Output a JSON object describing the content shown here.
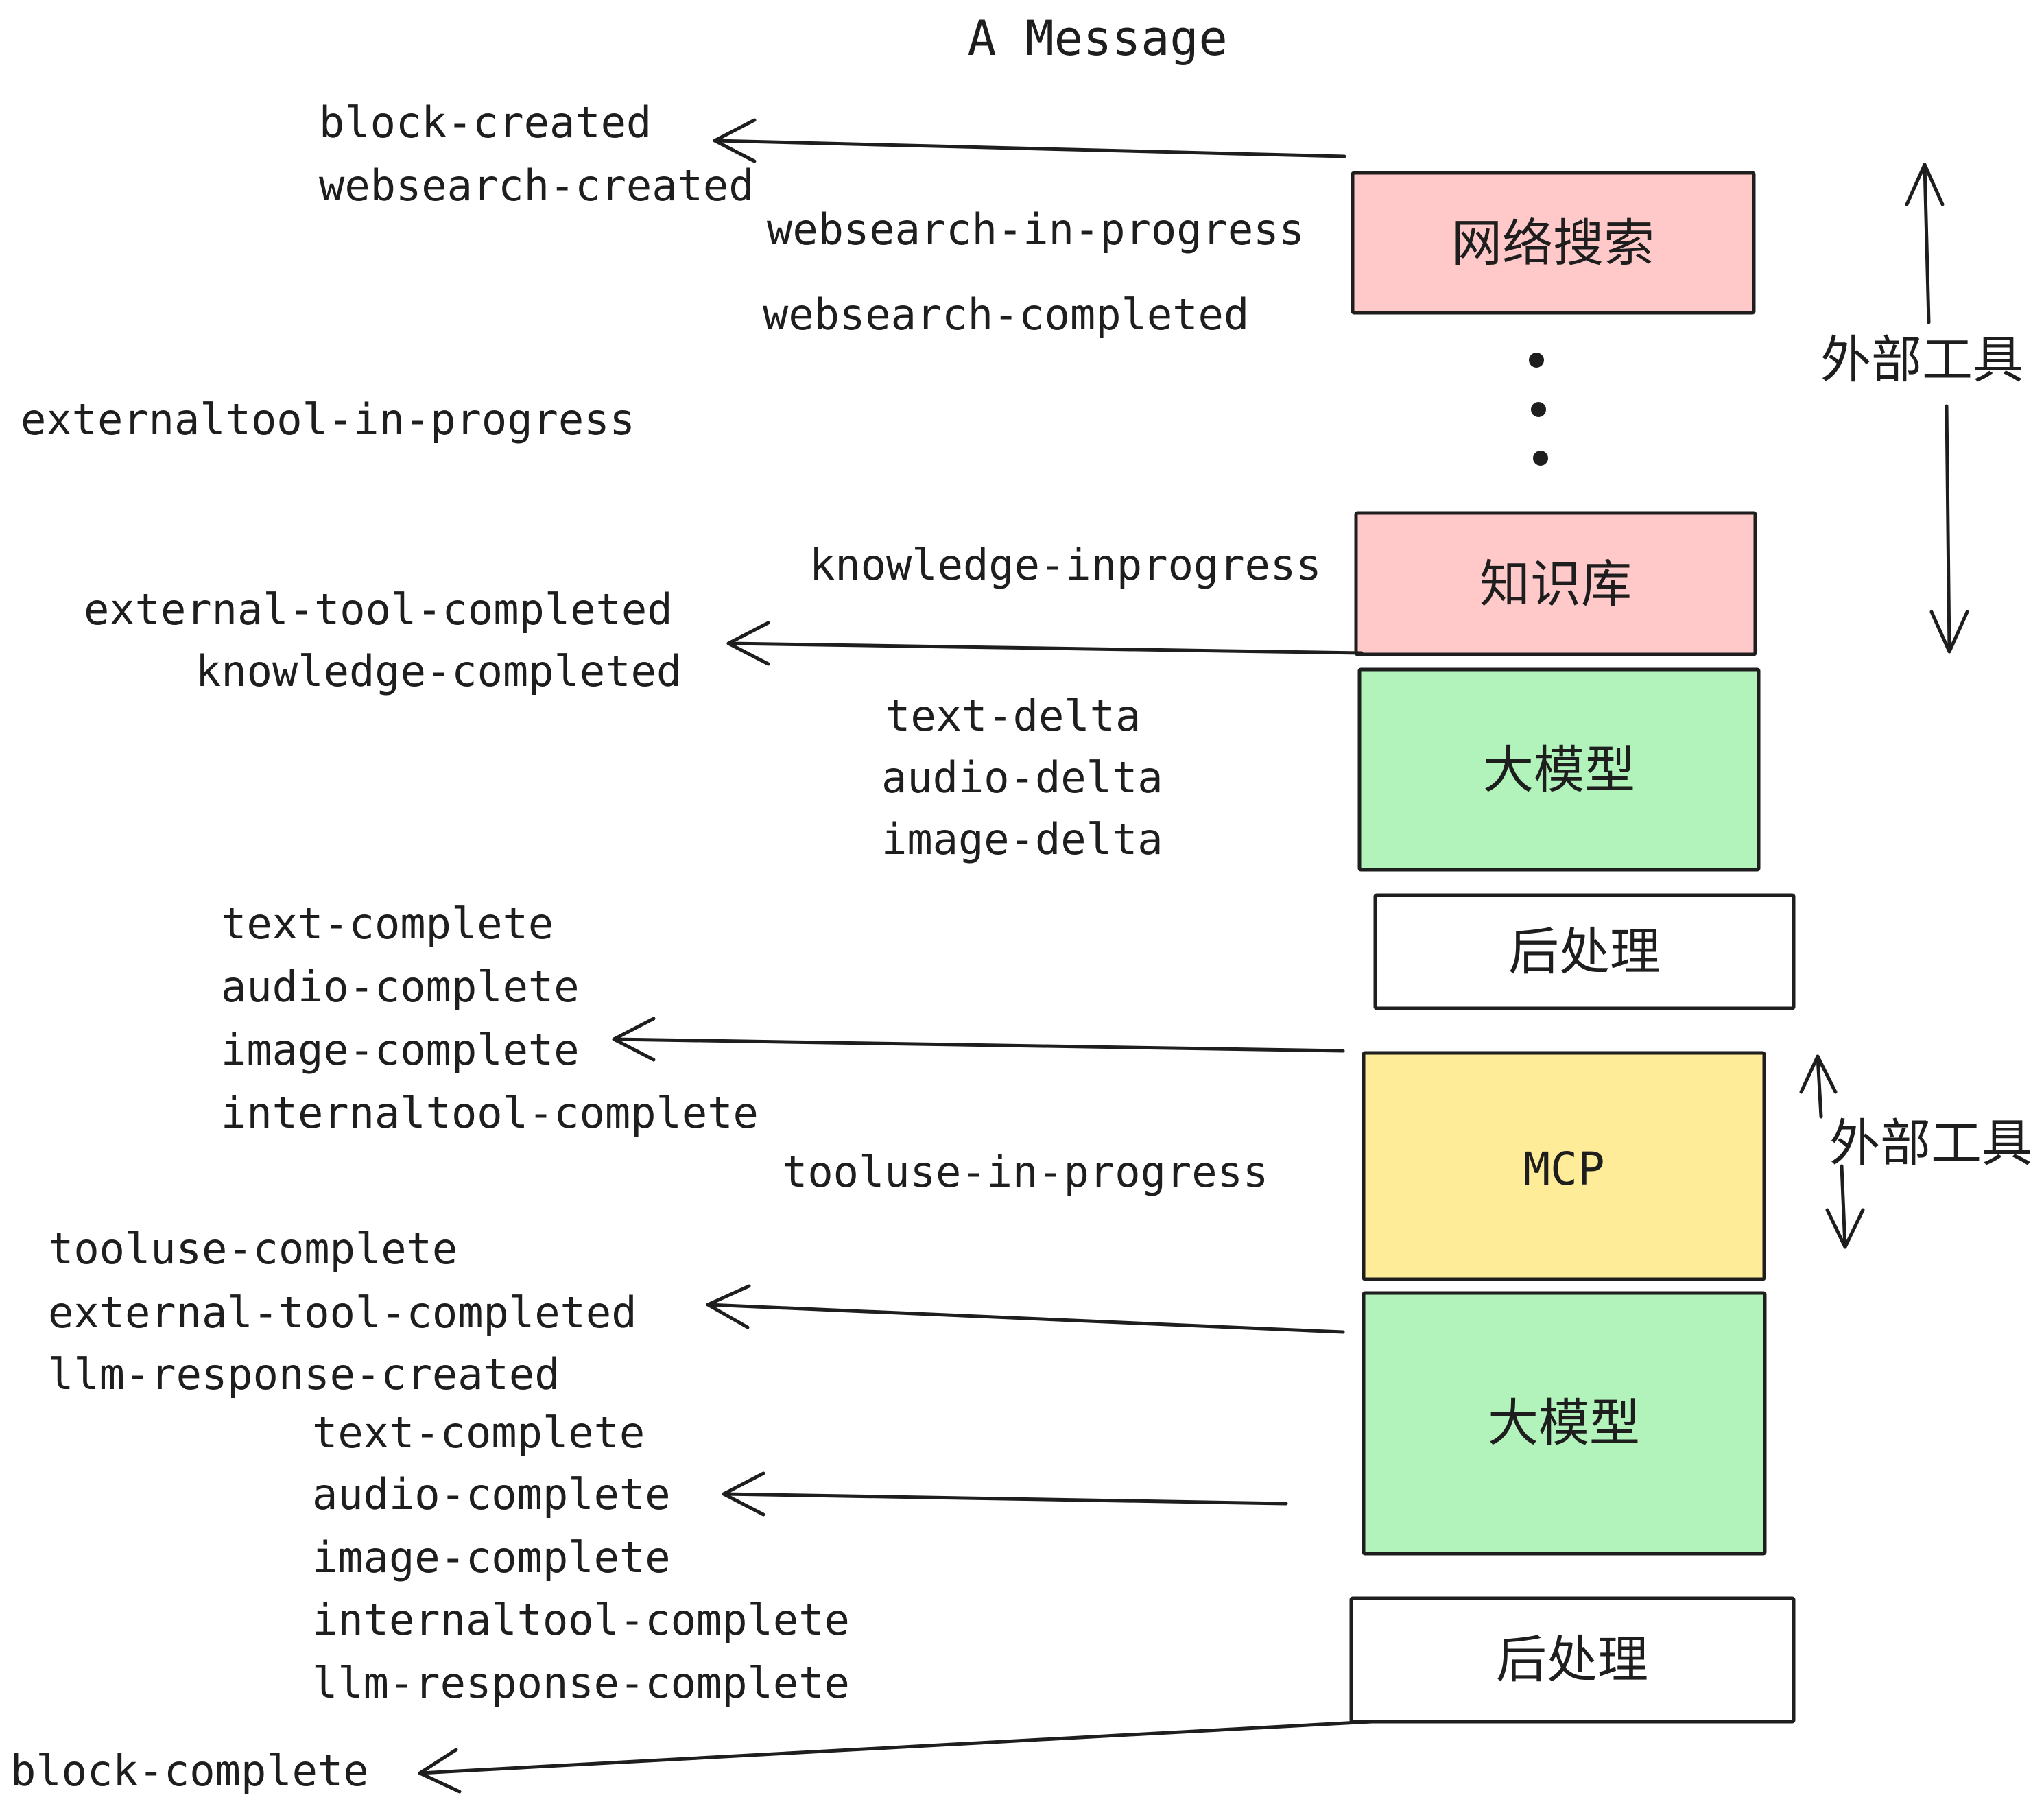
{
  "title": "A Message",
  "colors": {
    "stroke": "#1e1e1e",
    "pink": "#ffc9c9",
    "green": "#b2f2bb",
    "yellow": "#ffec99",
    "white": "#ffffff"
  },
  "boxes": {
    "websearch": {
      "label": "网络搜索",
      "fill": "#ffc9c9"
    },
    "knowledge": {
      "label": "知识库",
      "fill": "#ffc9c9"
    },
    "llm1": {
      "label": "大模型",
      "fill": "#b2f2bb"
    },
    "post1": {
      "label": "后处理",
      "fill": "#ffffff"
    },
    "mcp": {
      "label": "MCP",
      "fill": "#ffec99"
    },
    "llm2": {
      "label": "大模型",
      "fill": "#b2f2bb"
    },
    "post2": {
      "label": "后处理",
      "fill": "#ffffff"
    }
  },
  "side_labels": {
    "external_tools_top": "外部工具",
    "external_tools_mcp": "外部工具"
  },
  "events": {
    "block_created": "block-created",
    "websearch_created": "websearch-created",
    "websearch_in_progress": "websearch-in-progress",
    "websearch_completed": "websearch-completed",
    "externaltool_in_progress": "externaltool-in-progress",
    "knowledge_inprogress": "knowledge-inprogress",
    "external_tool_completed_1": "external-tool-completed",
    "knowledge_completed": "knowledge-completed",
    "text_delta_1": "text-delta",
    "audio_delta_1": "audio-delta",
    "image_delta_1": "image-delta",
    "text_complete_1": "text-complete",
    "audio_complete_1": "audio-complete",
    "image_complete_1": "image-complete",
    "internaltool_complete_1": "internaltool-complete",
    "tooluse_in_progress": "tooluse-in-progress",
    "tooluse_complete": "tooluse-complete",
    "external_tool_completed_2": "external-tool-completed",
    "llm_response_created": "llm-response-created",
    "text_complete_2": "text-complete",
    "audio_complete_2": "audio-complete",
    "image_complete_2": "image-complete",
    "internaltool_complete_2": "internaltool-complete",
    "llm_response_complete": "llm-response-complete",
    "block_complete": "block-complete"
  }
}
